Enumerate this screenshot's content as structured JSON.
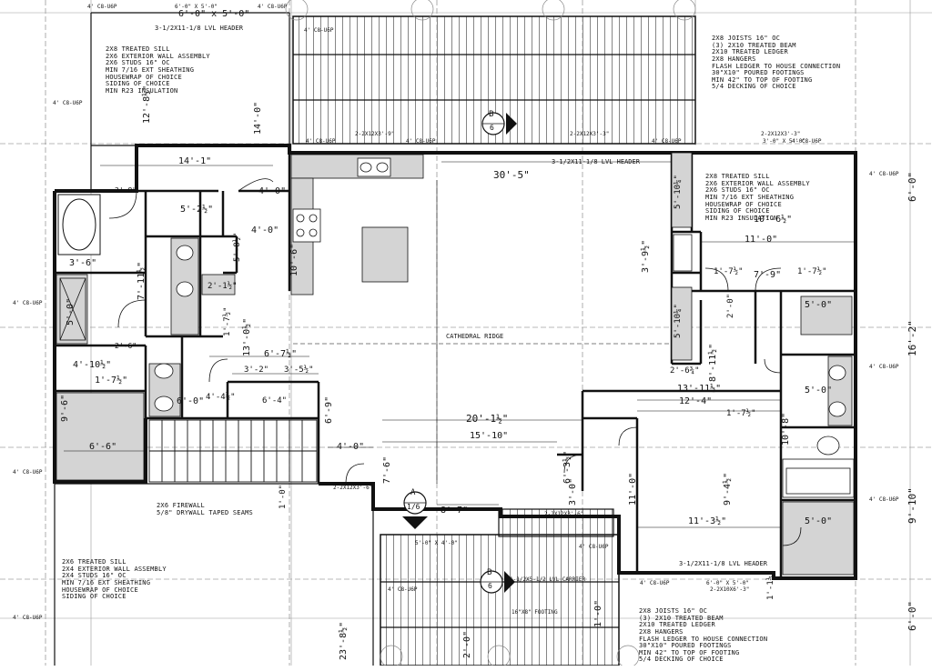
{
  "notes": {
    "top_left_header": "3-1/2X11-1/8 LVL HEADER",
    "top_left_wall": [
      "2X8 TREATED SILL",
      "2X6 EXTERIOR WALL ASSEMBLY",
      "2X6 STUDS 16\" OC",
      "MIN 7/16 EXT SHEATHING",
      "HOUSEWRAP OF CHOICE",
      "SIDING OF CHOICE",
      "MIN R23 INSULATION"
    ],
    "top_right_deck": [
      "2X8 JOISTS 16\" OC",
      "(3) 2X10 TREATED BEAM",
      "2X10 TREATED LEDGER",
      "2X8 HANGERS",
      "FLASH LEDGER TO HOUSE CONNECTION",
      "30\"X10\" POURED FOOTINGS",
      "MIN 42\" TO TOP OF FOOTING",
      "5/4 DECKING OF CHOICE"
    ],
    "right_wall": [
      "2X8 TREATED SILL",
      "2X6 EXTERIOR WALL ASSEMBLY",
      "2X6 STUDS 16\" OC",
      "MIN 7/16 EXT SHEATHING",
      "HOUSEWRAP OF CHOICE",
      "SIDING OF CHOICE",
      "MIN R23 INSULATION"
    ],
    "garage_firewall": [
      "2X6 FIREWALL",
      "5/8\" DRYWALL TAPED SEAMS"
    ],
    "bottom_left_wall": [
      "2X6 TREATED SILL",
      "2X4 EXTERIOR WALL ASSEMBLY",
      "2X4 STUDS 16\" OC",
      "MIN 7/16 EXT SHEATHING",
      "HOUSEWRAP OF CHOICE",
      "SIDING OF CHOICE"
    ],
    "bottom_right_deck": [
      "2X8 JOISTS 16\" OC",
      "(3) 2X10 TREATED BEAM",
      "2X10 TREATED LEDGER",
      "2X8 HANGERS",
      "FLASH LEDGER TO HOUSE CONNECTION",
      "30\"X10\" POURED FOOTINGS",
      "MIN 42\" TO TOP OF FOOTING",
      "5/4 DECKING OF CHOICE"
    ],
    "living_header": "3-1/2X11-1/8 LVL HEADER",
    "bedroom_header": "3-1/2X11-1/8 LVL HEADER",
    "cathedral_ridge": "CATHEDRAL RIDGE",
    "lvl_carrier": "1-1/2X5-1/2 LVL CARRIER",
    "footing": "16\"X8\" FOOTING"
  },
  "connectors": {
    "c8u6p": "4' C8-U6P",
    "hdr_6x5": "6'-0\" x 5'-0\"",
    "hdr_3x5": "3'-0\" x 5'-0\"",
    "hdr_2_2x12_9": "2-2x12x3'-9\"",
    "hdr_2_2x12_3": "2-2x12x3'-3\"",
    "hdr_2_2x10_6": "2-2x10x6'-3\"",
    "hdr_2_2x12_6": "2-2x12x3'-6\"",
    "hdr_5x4": "5'-0\" x 4'-0\"",
    "hdr_2x4": "2-2x12x3'-6\""
  },
  "dims": {
    "d_top_left": "6'-0\" x 5'-0\"",
    "d_12_8": "12'-8½\"",
    "d_14_0": "14'-0\"",
    "d_14_1": "14'-1\"",
    "d_30_5": "30'-5\"",
    "d_2_8": "2'-8\"",
    "d_4_0a": "4'-0\"",
    "d_5_2": "5'-2½\"",
    "d_4_0b": "4'-0\"",
    "d_3_6": "3'-6\"",
    "d_10_6": "10'-6\"",
    "d_5_8": "5'-8½\"",
    "d_7_11": "7'-11½\"",
    "d_2_1": "2'-1½\"",
    "d_1_7a": "1'-7½\"",
    "d_5_0": "5'-0\"",
    "d_13_0": "13'-0½\"",
    "d_6_7": "6'-7½\"",
    "d_3_2": "3'-2\"",
    "d_3_5": "3'-5½\"",
    "d_4_10": "4'-10½\"",
    "d_2_6": "2'-6\"",
    "d_1_7b": "1'-7½\"",
    "d_9_6": "9'-6\"",
    "d_6_0": "6'-0\"",
    "d_4_4": "4'-4½\"",
    "d_6_4": "6'-4\"",
    "d_6_9": "6'-9\"",
    "d_6_6": "6'-6\"",
    "d_4_0c": "4'-0\"",
    "d_1_0": "1'-0\"",
    "d_7_6": "7'-6\"",
    "d_8_7": "8'-7\"",
    "d_20_1": "20'-1½\"",
    "d_15_10": "15'-10\"",
    "d_6_3": "6'-3½\"",
    "d_3_0": "3'-0\"",
    "d_11_0a": "11'-0\"",
    "d_10_6b": "10'-6½\"",
    "d_11_0b": "11'-0\"",
    "d_5_10a": "5'-10¼\"",
    "d_3_9": "3'-9½\"",
    "d_5_10b": "5'-10¼\"",
    "d_1_7c": "1'-7½\"",
    "d_7_9": "7'-9\"",
    "d_1_7d": "1'-7½\"",
    "d_2_0": "2'-0\"",
    "d_2_6b": "2'-6¾\"",
    "d_8_11": "8'-11½\"",
    "d_13_11": "13'-11½\"",
    "d_12_4": "12'-4\"",
    "d_1_7e": "1'-7½\"",
    "d_5_0b": "5'-0\"",
    "d_5_0c": "5'-0\"",
    "d_10_8": "10'-8\"",
    "d_9_4": "9'-4½\"",
    "d_11_3": "11'-3½\"",
    "d_5_0d": "5'-0\"",
    "d_6_0b": "6'-0\"",
    "d_16_2": "16'-2\"",
    "d_9_10": "9'-10\"",
    "d_6_0c": "6'-0\"",
    "d_23_8": "23'-8½\"",
    "d_1_1": "1'-1½\"",
    "d_1_0b": "1'-0\"",
    "d_2_0b": "2'-0\""
  },
  "section_marks": {
    "a_top": "A",
    "a_bottom": "1/6",
    "b1_top": "B",
    "b1_bottom": "6",
    "b2_top": "B",
    "b2_bottom": "6"
  },
  "colors": {
    "ink": "#111111",
    "fill": "#d4d4d4",
    "deck": "#222222"
  }
}
